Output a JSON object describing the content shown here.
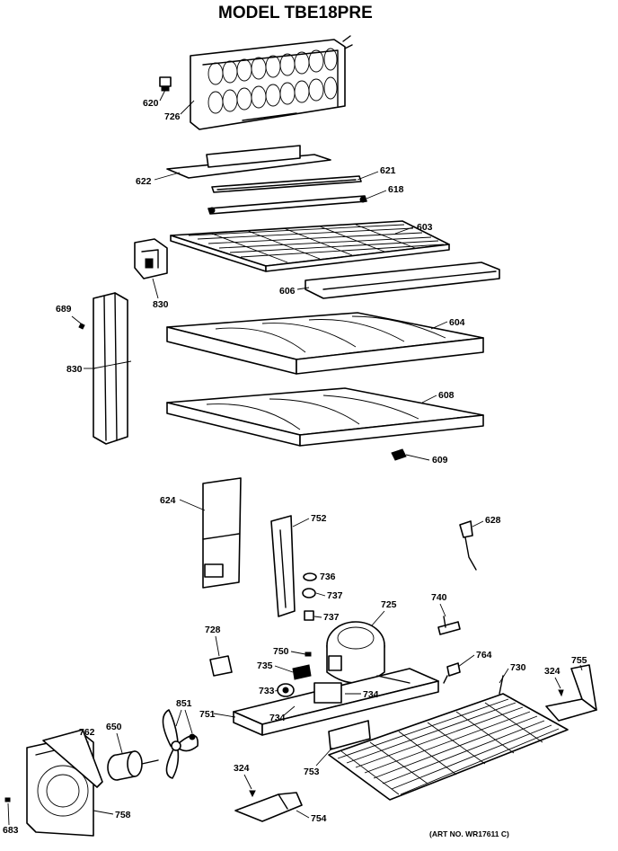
{
  "title": "MODEL TBE18PRE",
  "art_number": "(ART NO. WR17611 C)",
  "labels": {
    "p620": "620",
    "p726": "726",
    "p622": "622",
    "p621": "621",
    "p618": "618",
    "p603": "603",
    "p830a": "830",
    "p606": "606",
    "p689": "689",
    "p604": "604",
    "p830b": "830",
    "p608": "608",
    "p609": "609",
    "p624": "624",
    "p752": "752",
    "p628": "628",
    "p736": "736",
    "p737a": "737",
    "p725": "725",
    "p740": "740",
    "p737b": "737",
    "p728": "728",
    "p750": "750",
    "p764": "764",
    "p730": "730",
    "p324a": "324",
    "p755": "755",
    "p735": "735",
    "p851": "851",
    "p733": "733",
    "p734a": "734",
    "p751": "751",
    "p734b": "734",
    "p762": "762",
    "p650": "650",
    "p753": "753",
    "p324b": "324",
    "p758": "758",
    "p754": "754",
    "p683": "683"
  }
}
